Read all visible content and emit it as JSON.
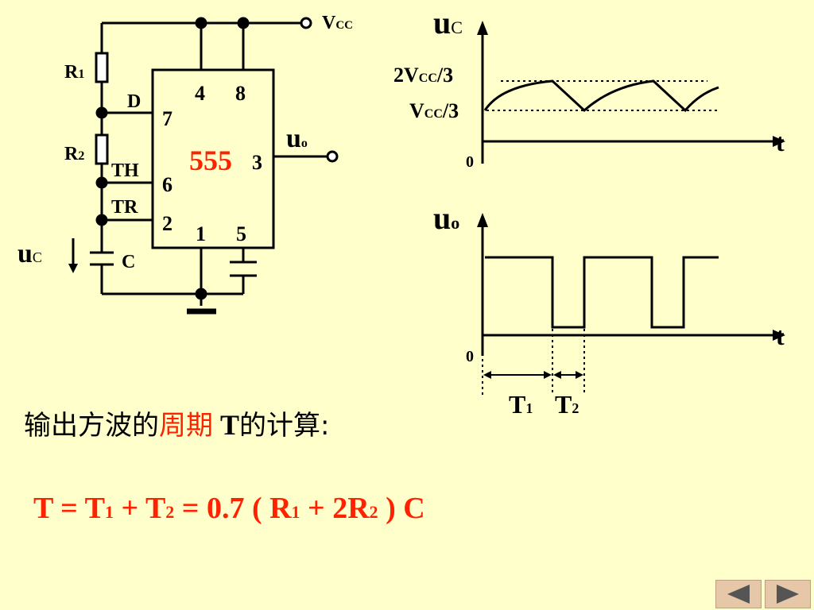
{
  "circuit": {
    "vcc": "V",
    "vcc_sub": "CC",
    "r1": "R",
    "r1_sub": "1",
    "r2": "R",
    "r2_sub": "2",
    "d": "D",
    "th": "TH",
    "tr": "TR",
    "c": "C",
    "chip": "555",
    "pin4": "4",
    "pin8": "8",
    "pin7": "7",
    "pin3": "3",
    "pin6": "6",
    "pin2": "2",
    "pin1": "1",
    "pin5": "5",
    "uo": "u",
    "uo_sub": "o",
    "uc": "u",
    "uc_sub": "C"
  },
  "graph_uc": {
    "y": "u",
    "y_sub": "C",
    "high": "2V",
    "high_sub": "CC",
    "high_suffix": "/3",
    "low": "V",
    "low_sub": "CC",
    "low_suffix": "/3",
    "origin": "0",
    "x": "t"
  },
  "graph_uo": {
    "y": "u",
    "y_sub": "o",
    "origin": "0",
    "x": "t",
    "t1": "T",
    "t1_sub": "1",
    "t2": "T",
    "t2_sub": "2"
  },
  "text": {
    "line1_a": "输出方波的",
    "line1_hl": "周期",
    "line1_b": " T",
    "line1_c": "的计算:"
  },
  "formula": {
    "p1": "T = T",
    "s1": "1",
    "p2": " + T",
    "s2": "2",
    "p3": " = 0.7 ( R",
    "s3": "1",
    "p4": " + 2R",
    "s4": "2",
    "p5": " ) C"
  },
  "nav": {
    "prev": "previous-icon",
    "next": "next-icon"
  },
  "colors": {
    "background": "#ffffcc",
    "accent": "#ff2200",
    "nav": "#e6c8a8"
  }
}
